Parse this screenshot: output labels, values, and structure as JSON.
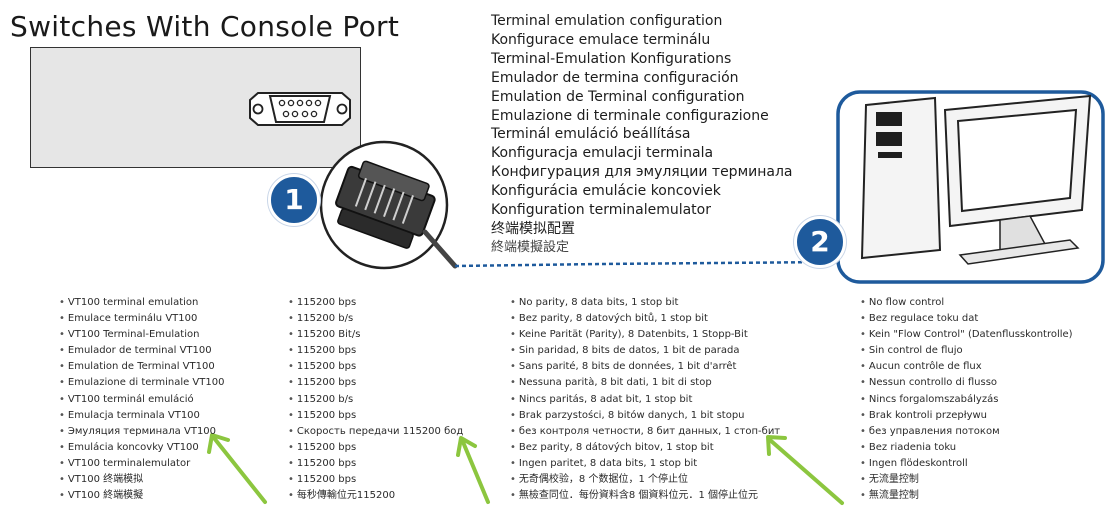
{
  "title": "Switches With Console Port",
  "badges": {
    "step1": "1",
    "step2": "2"
  },
  "languages": [
    "Terminal emulation configuration",
    "Konfigurace emulace terminálu",
    "Terminal-Emulation Konfigurations",
    "Emulador de termina configuración",
    "Emulation de Terminal configuration",
    "Emulazione di terminale configurazione",
    "Terminál emuláció beállítása",
    "Konfiguracja emulacji terminala",
    "Конфигурация для эмуляции терминала",
    "Konfigurácia emulácie koncoviek",
    "Konfiguration terminalemulator",
    "终端模拟配置",
    "終端模擬設定"
  ],
  "columns": {
    "emulation": [
      "VT100 terminal emulation",
      "Emulace terminálu VT100",
      "VT100 Terminal-Emulation",
      "Emulador de terminal VT100",
      "Emulation de Terminal VT100",
      "Emulazione di terminale VT100",
      "VT100 terminál emuláció",
      "Emulacja terminala VT100",
      "Эмуляция терминала VT100",
      "Emulácia koncovky VT100",
      "VT100 terminalemulator",
      "VT100 终端模拟",
      "VT100 終端模擬"
    ],
    "speed": [
      "115200 bps",
      "115200 b/s",
      "115200 Bit/s",
      "115200 bps",
      "115200 bps",
      "115200 bps",
      "115200 b/s",
      "115200 bps",
      "Скорость передачи 115200 бод",
      "115200 bps",
      "115200 bps",
      "115200 bps",
      "每秒傳輸位元115200"
    ],
    "parity": [
      "No parity, 8 data bits, 1 stop bit",
      "Bez parity, 8 datových bitů, 1 stop bit",
      "Keine Parität (Parity), 8 Datenbits, 1 Stopp-Bit",
      "Sin paridad, 8 bits de datos, 1 bit de parada",
      "Sans parité, 8 bits de données, 1 bit d'arrêt",
      "Nessuna parità, 8 bit dati, 1 bit di stop",
      "Nincs paritás, 8 adat bit, 1 stop bit",
      "Brak parzystości, 8 bitów danych, 1 bit stopu",
      "без контроля четности, 8 бит данных, 1 стоп-бит",
      "Bez parity, 8 dátových bitov, 1 stop bit",
      "Ingen paritet, 8 data bits, 1 stop bit",
      "无奇偶校验，8 个数据位，1 个停止位",
      "無檢查同位．每份資料含8 個資料位元．1 個停止位元"
    ],
    "flow": [
      "No flow control",
      "Bez regulace toku dat",
      "Kein \"Flow Control\" (Datenflusskontrolle)",
      "Sin control de flujo",
      "Aucun contrôle de flux",
      "Nessun controllo di flusso",
      "Nincs forgalomszabályzás",
      "Brak kontroli przepływu",
      "без управления потоком",
      "Bez riadenia toku",
      "Ingen flödeskontroll",
      "无流量控制",
      "無流量控制"
    ]
  },
  "colors": {
    "badge": "#1e5a9c",
    "cable": "#1e5a9c",
    "arrow": "#8cc63f",
    "panel": "#e6e6e6"
  }
}
